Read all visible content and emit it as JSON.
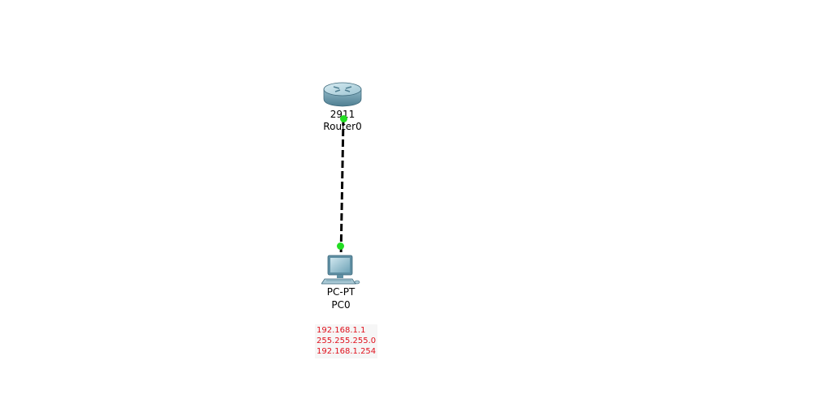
{
  "devices": {
    "router": {
      "model": "2911",
      "name": "Router0"
    },
    "pc": {
      "model": "PC-PT",
      "name": "PC0"
    }
  },
  "note": {
    "lines": [
      "192.168.1.1",
      "255.255.255.0",
      "192.168.1.254"
    ]
  },
  "colors": {
    "port_status_up": "#22dd22",
    "note_text": "#e0101c",
    "link": "#000000"
  },
  "icons": {
    "router": "router-icon",
    "pc": "pc-icon"
  }
}
